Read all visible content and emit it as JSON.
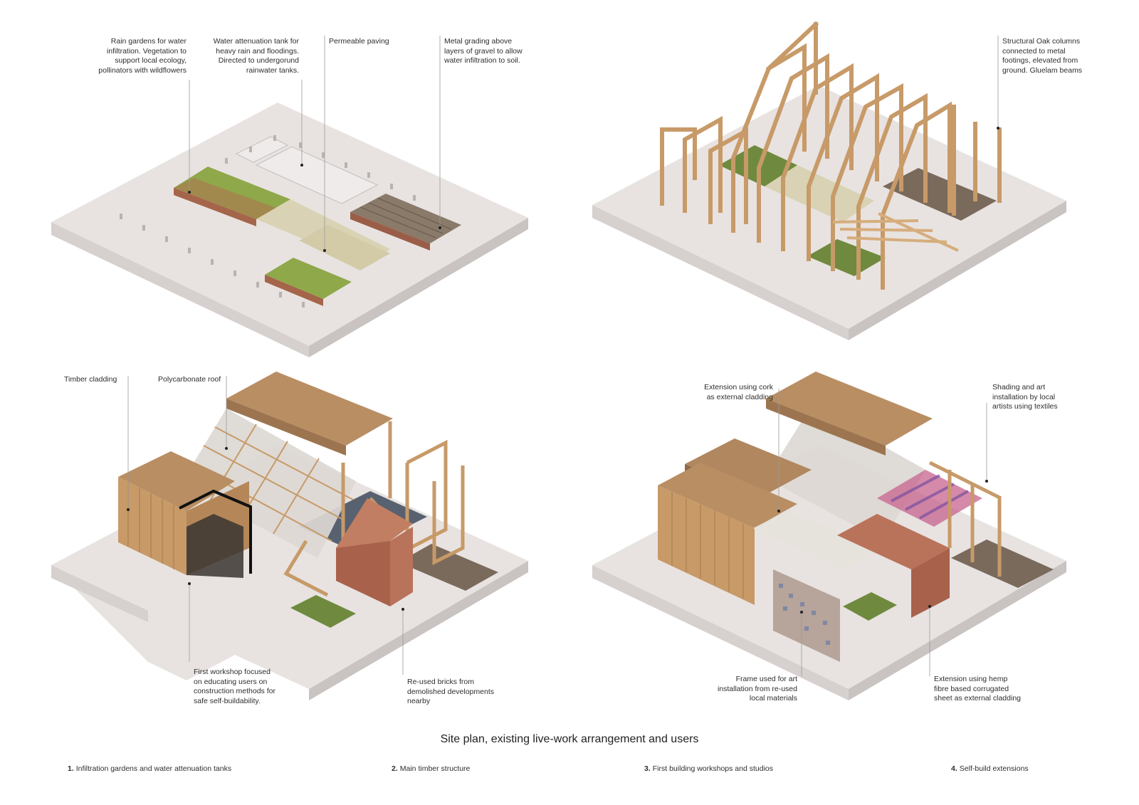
{
  "caption": "Site plan, existing live-work arrangement and users",
  "steps": [
    {
      "num": "1.",
      "label": "Infiltration gardens and water attenuation tanks"
    },
    {
      "num": "2.",
      "label": "Main timber structure"
    },
    {
      "num": "3.",
      "label": "First building workshops and studios"
    },
    {
      "num": "4.",
      "label": "Self-build extensions"
    }
  ],
  "annotations": {
    "rain_gardens": "Rain gardens for water\ninfiltration. Vegetation to\nsupport local ecology,\npollinators with wildflowers",
    "attenuation_tank": "Water attenuation tank for\nheavy rain and floodings.\nDirected to undergorund\nrainwater tanks.",
    "permeable_paving": "Permeable paving",
    "metal_grading": "Metal grading above\nlayers of gravel to allow\nwater infiltration to soil.",
    "oak_columns": "Structural Oak columns\nconnected to metal\nfootings, elevated from\nground. Gluelam beams",
    "timber_cladding": "Timber cladding",
    "polycarbonate_roof": "Polycarbonate roof",
    "first_workshop": "First workshop focused\non educating users on\nconstruction methods for\nsafe self-buildability.",
    "reused_bricks": "Re-used bricks from\ndemolished developments\nnearby",
    "cork_extension": "Extension using cork\nas external cladding",
    "shading_art": "Shading and art\ninstallation by local\nartists using textiles",
    "frame_art": "Frame used for art\ninstallation from re-used\nlocal materials",
    "hemp_extension": "Extension using hemp\nfibre based corrugated\nsheet as external cladding"
  },
  "colors": {
    "slab_top": "#e8e3e1",
    "slab_left": "#d6d0ce",
    "slab_right": "#c9c3c1",
    "timber": "#c79a68",
    "timber_dark": "#a97b4c",
    "roof": "#b98e63",
    "grass": "#8fa84a",
    "soil": "#a5654a",
    "paving": "#d9d2b4",
    "grating": "#7a6a5c",
    "glass": "#dcd8d2",
    "brick": "#b9735a",
    "leader": "#9a9a9a"
  }
}
